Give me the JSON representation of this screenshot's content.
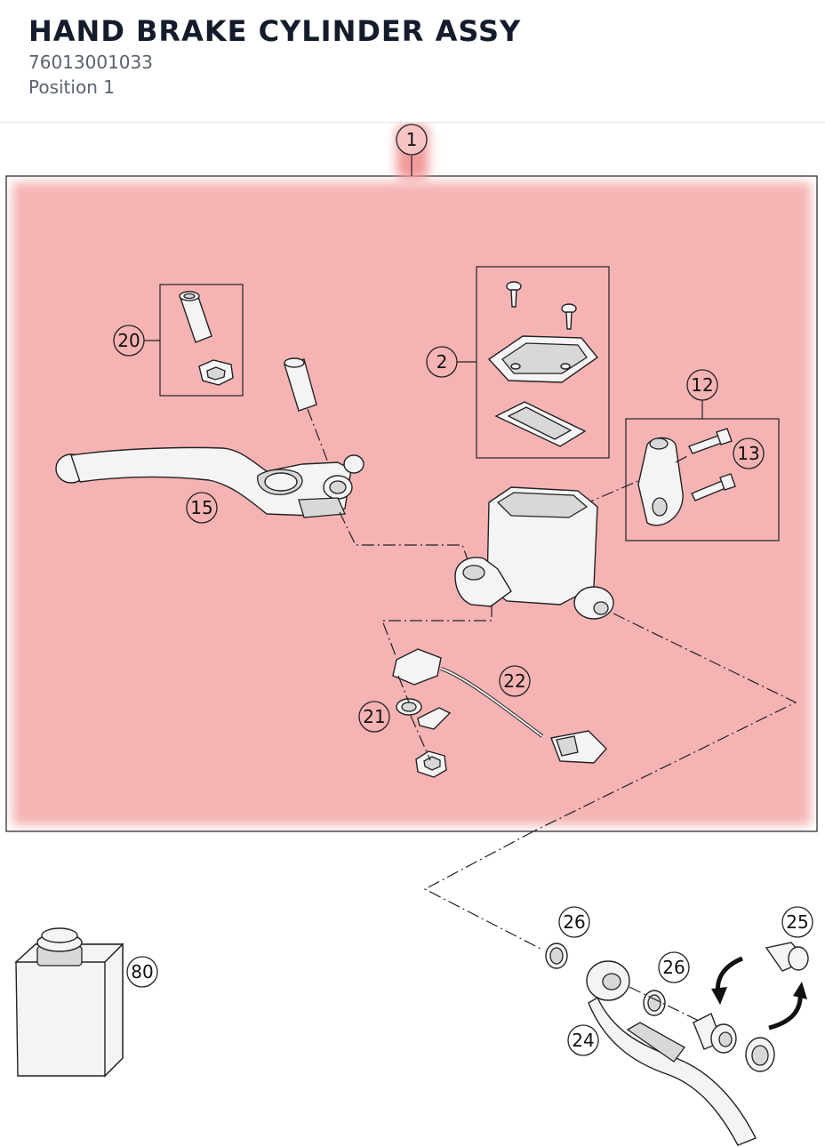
{
  "header": {
    "title": "HAND BRAKE CYLINDER ASSY",
    "part_number": "76013001033",
    "position": "Position 1"
  },
  "diagram": {
    "highlight_color": "#f6b3b3",
    "callouts": {
      "c1": "1",
      "c2": "2",
      "c12": "12",
      "c13": "13",
      "c15": "15",
      "c20": "20",
      "c21": "21",
      "c22": "22",
      "c24": "24",
      "c25": "25",
      "c26a": "26",
      "c26b": "26",
      "c80": "80"
    }
  }
}
